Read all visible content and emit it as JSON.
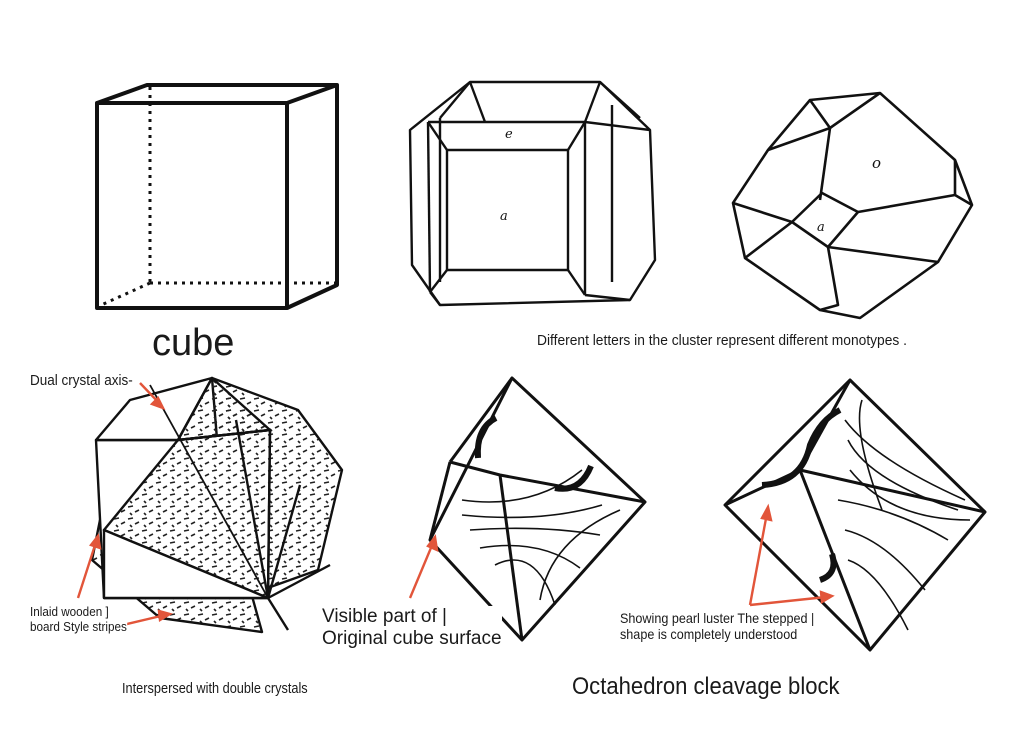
{
  "labels": {
    "cube": "cube",
    "monotypes_note": "Different letters in the cluster represent different monotypes .",
    "dual_axis": "Dual crystal axis-",
    "inlaid_line1": "Inlaid wooden ]",
    "inlaid_line2": "board Style stripes",
    "visible_line1": "Visible part of |",
    "visible_line2": "Original cube surface",
    "pearl_line1": "Showing pearl luster The stepped |",
    "pearl_line2": "shape is completely understood",
    "interspersed": "Interspersed with double crystals",
    "octahedron": "Octahedron cleavage block"
  },
  "face_letters": {
    "truncated_cube_top": "e",
    "truncated_cube_front": "a",
    "octahedron_face": "o",
    "cube_face": "a"
  },
  "colors": {
    "ink": "#111111",
    "arrow": "#e2553a",
    "background": "#ffffff"
  }
}
